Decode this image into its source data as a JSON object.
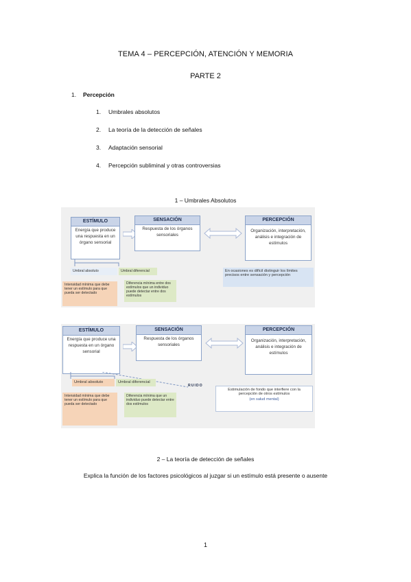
{
  "document": {
    "title": "TEMA 4 – PERCEPCIÓN, ATENCIÓN Y MEMORIA",
    "subtitle": "PARTE 2",
    "section": {
      "number": "1.",
      "label": "Percepción"
    },
    "items": [
      {
        "number": "1.",
        "label": "Umbrales absolutos"
      },
      {
        "number": "2.",
        "label": "La teoría de la detección de señales"
      },
      {
        "number": "3.",
        "label": "Adaptación sensorial"
      },
      {
        "number": "4.",
        "label": "Percepción subliminal y otras controversias"
      }
    ],
    "figure_caption": "1 – Umbrales Absolutos",
    "diagram1": {
      "stimulus_header": "ESTÍMULO",
      "stimulus_body": "Energía que produce una respuesta en un órgano sensorial",
      "sensation_header": "SENSACIÓN",
      "sensation_body": "Respuesta de los órganos sensoriales",
      "perception_header": "PERCEPCIÓN",
      "perception_body": "Organización, interpretación, análisis e integración de estímulos",
      "threshold_abs": "Umbral absoluto",
      "threshold_diff": "Umbral diferencial",
      "note_abs": "Intensidad mínima que debe tener un estímulo para que pueda ser detectado",
      "note_diff": "Diferencia mínima entre dos estímulos que un individuo puede detectar entre dos estímulos",
      "note_blue": "En ocasiones es difícil distinguir los límites precisos entre sensación y percepción"
    },
    "diagram2": {
      "stimulus_header": "ESTÍMULO",
      "stimulus_body": "Energía que produce una respuesta en un órgano sensorial",
      "sensation_header": "SENSACIÓN",
      "sensation_body": "Respuesta de los órganos sensoriales",
      "perception_header": "PERCEPCIÓN",
      "perception_body": "Organización, interpretación, análisis e integración de estímulos",
      "threshold_abs": "Umbral absoluto",
      "threshold_diff": "Umbral diferencial",
      "note_abs": "Intensidad mínima que debe tener un estímulo para que pueda ser detectado",
      "note_diff": "Diferencia mínima que un individuo puede detectar entre dos estímulos",
      "noise_label": "RUIDO",
      "noise_note": "Estimulación de fondo que interfiere con la percepción de otros estímulos",
      "noise_sub": "(en salud mental)"
    },
    "section2_caption": "2 – La teoría de detección de señales",
    "section2_text": "Explica la función de los factores psicológicos al juzgar si un estímulo está presente o ausente",
    "page_number": "1"
  },
  "colors": {
    "box_border": "#8aa2c8",
    "header_fill": "#c9d4e8",
    "green_note": "#dde9c6",
    "orange_note": "#f6d4b8",
    "blue_note": "#d8e4f3",
    "diagram_bg": "#f0f0f0"
  }
}
